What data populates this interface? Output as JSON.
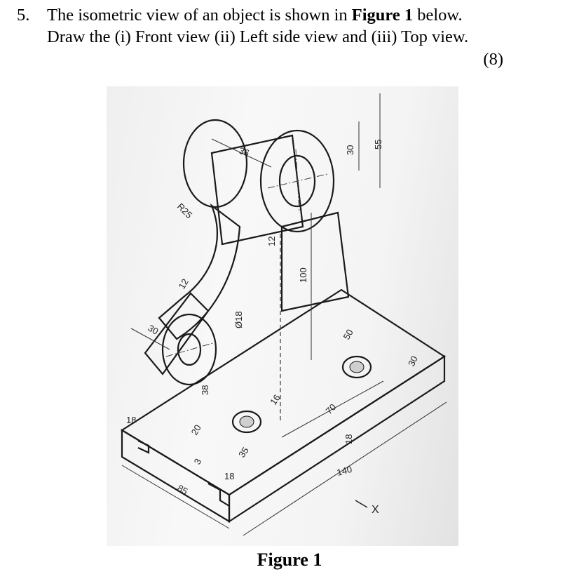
{
  "question": {
    "number": "5.",
    "line1_pre": "The isometric view of an object is shown in ",
    "line1_bold": "Figure 1",
    "line1_post": " below.",
    "line2": "Draw the (i) Front view (ii) Left side view and (iii) Top view.",
    "marks": "(8)"
  },
  "figure": {
    "caption": "Figure 1",
    "dimensions": [
      "36",
      "30",
      "55",
      "R25",
      "12",
      "100",
      "30",
      "12",
      "Ø18",
      "38",
      "20",
      "18",
      "3",
      "85",
      "18",
      "35",
      "16",
      "70",
      "50",
      "18",
      "140",
      "30",
      "X"
    ]
  }
}
